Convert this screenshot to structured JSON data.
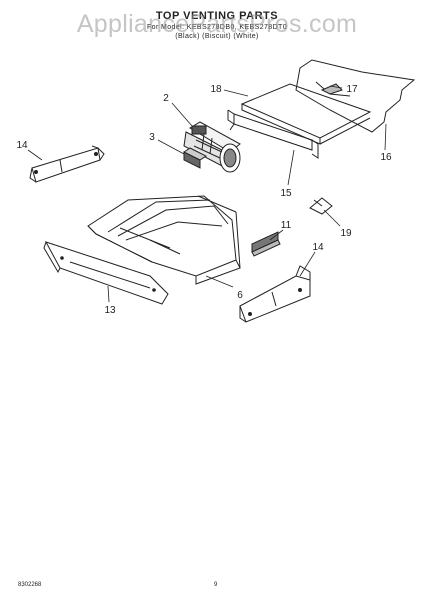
{
  "header": {
    "title": "TOP VENTING PARTS",
    "model_line": "For Model: KEBS278DB0, KEBS278DT0",
    "color_line": "(Black)  (Biscuit)  (White)"
  },
  "watermark": "AppliancePartsPros.com",
  "callouts": [
    "2",
    "3",
    "6",
    "11",
    "13",
    "14",
    "14",
    "15",
    "16",
    "17",
    "18",
    "19"
  ],
  "footer": {
    "code": "8302268",
    "page": "9"
  }
}
